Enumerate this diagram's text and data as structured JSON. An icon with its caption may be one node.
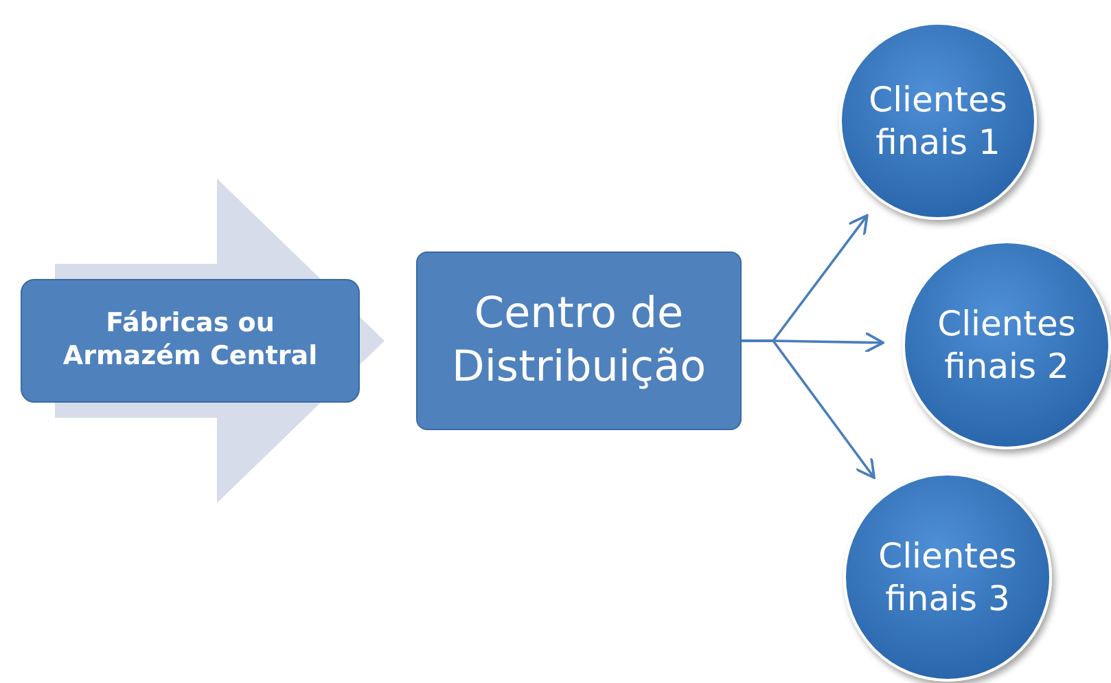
{
  "diagram": {
    "nodes": [
      {
        "text": [
          "Fábricas ou Armazém Central"
        ]
      },
      {
        "text": [
          "Centro de Distribuição"
        ]
      },
      {
        "text": [
          "Clientes finais 1"
        ]
      },
      {
        "text": [
          "Clientes finais 2"
        ]
      },
      {
        "text": [
          "Clientes finais 3"
        ]
      }
    ],
    "edges": [
      {
        "from": 0,
        "to": 1,
        "arrow": "to",
        "style": "thick",
        "color": "#d6dce9"
      },
      {
        "from": 1,
        "to": 2,
        "arrow": "to"
      },
      {
        "from": 1,
        "to": 3,
        "arrow": "to"
      },
      {
        "from": 1,
        "to": 4,
        "arrow": "to"
      }
    ]
  }
}
